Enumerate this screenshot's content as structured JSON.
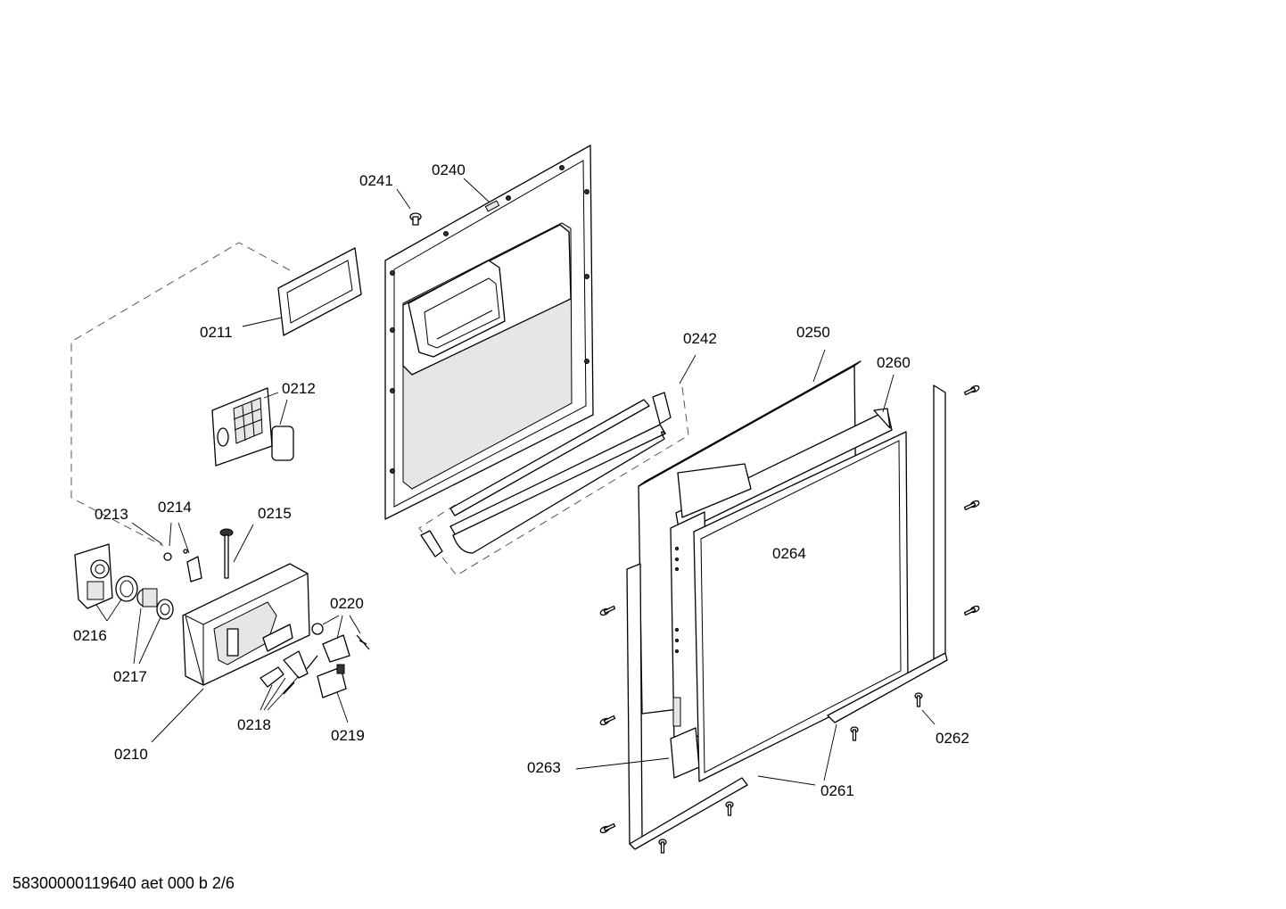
{
  "document_id": "58300000119640 aet 000 b 2/6",
  "callouts": {
    "c0210": "0210",
    "c0211": "0211",
    "c0212": "0212",
    "c0213": "0213",
    "c0214": "0214",
    "c0215": "0215",
    "c0216": "0216",
    "c0217": "0217",
    "c0218": "0218",
    "c0219": "0219",
    "c0220": "0220",
    "c0240": "0240",
    "c0241": "0241",
    "c0242": "0242",
    "c0250": "0250",
    "c0260": "0260",
    "c0261": "0261",
    "c0262": "0262",
    "c0263": "0263",
    "c0264": "0264"
  }
}
